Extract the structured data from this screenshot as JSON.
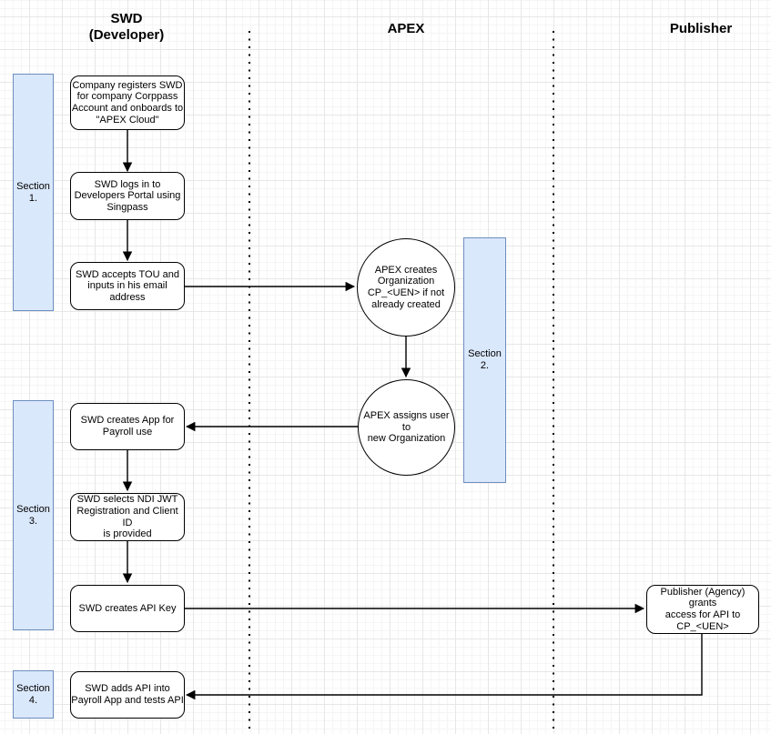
{
  "lane_headers": {
    "swd": "SWD\n(Developer)",
    "apex": "APEX",
    "publisher": "Publisher"
  },
  "sections": [
    {
      "label": "Section\n1."
    },
    {
      "label": "Section\n2."
    },
    {
      "label": "Section\n3."
    },
    {
      "label": "Section\n4."
    }
  ],
  "swd_steps": [
    {
      "text": "Company registers SWD\nfor company Corppass\nAccount and onboards to\n\"APEX Cloud\""
    },
    {
      "text": "SWD logs in to\nDevelopers Portal using\nSingpass"
    },
    {
      "text": "SWD accepts TOU and\ninputs in his email\naddress"
    },
    {
      "text": "SWD creates App for\nPayroll use"
    },
    {
      "text": "SWD selects NDI JWT\nRegistration and Client ID\nis provided"
    },
    {
      "text": "SWD creates API Key"
    },
    {
      "text": "SWD adds API into\nPayroll App and tests API"
    }
  ],
  "apex_steps": [
    {
      "text": "APEX creates\nOrganization\nCP_<UEN> if not\nalready created"
    },
    {
      "text": "APEX assigns user to\nnew Organization"
    }
  ],
  "publisher_steps": [
    {
      "text": "Publisher (Agency) grants\naccess for API to\nCP_<UEN>"
    }
  ],
  "colors": {
    "section_fill": "#dae8fc",
    "section_stroke": "#6c8ebf",
    "shape_fill": "#ffffff",
    "shape_stroke": "#000000",
    "connector": "#000000",
    "grid_minor": "#f5f5f5",
    "grid_major": "#e7e7e7"
  }
}
